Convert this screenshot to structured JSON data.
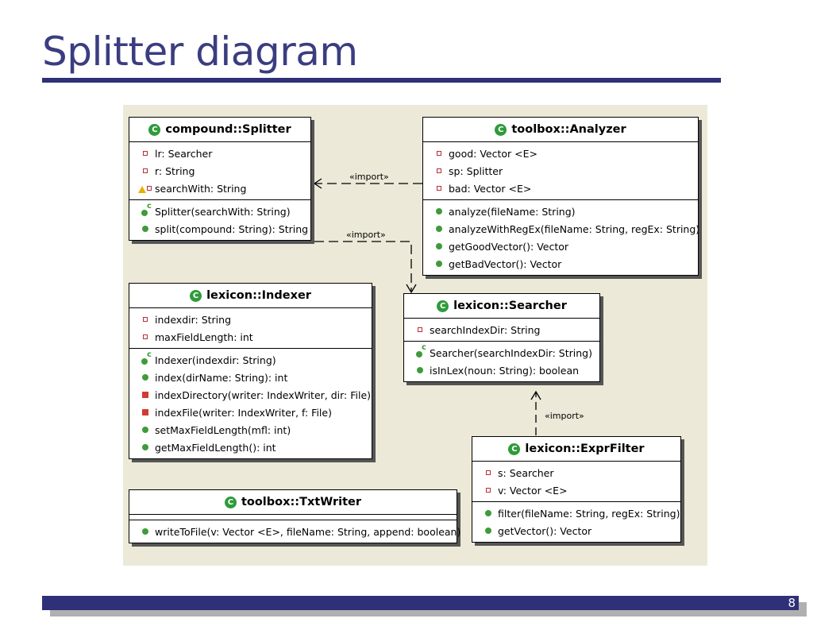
{
  "slide": {
    "title": "Splitter diagram",
    "page_number": "8"
  },
  "classes": {
    "splitter": {
      "name": "compound::Splitter",
      "fields": [
        "lr: Searcher",
        "r: String",
        "searchWith: String"
      ],
      "methods": [
        "Splitter(searchWith: String)",
        "split(compound: String): String"
      ]
    },
    "analyzer": {
      "name": "toolbox::Analyzer",
      "fields": [
        "good: Vector <E>",
        "sp: Splitter",
        "bad: Vector <E>"
      ],
      "methods": [
        "analyze(fileName: String)",
        "analyzeWithRegEx(fileName: String, regEx: String)",
        "getGoodVector(): Vector",
        "getBadVector(): Vector"
      ]
    },
    "indexer": {
      "name": "lexicon::Indexer",
      "fields": [
        "indexdir: String",
        "maxFieldLength: int"
      ],
      "methods": [
        "Indexer(indexdir: String)",
        "index(dirName: String): int",
        "indexDirectory(writer: IndexWriter, dir: File)",
        "indexFile(writer: IndexWriter, f: File)",
        "setMaxFieldLength(mfl: int)",
        "getMaxFieldLength(): int"
      ]
    },
    "searcher": {
      "name": "lexicon::Searcher",
      "fields": [
        "searchIndexDir: String"
      ],
      "methods": [
        "Searcher(searchIndexDir: String)",
        "isInLex(noun: String): boolean"
      ]
    },
    "exprfilter": {
      "name": "lexicon::ExprFilter",
      "fields": [
        "s: Searcher",
        "v: Vector <E>"
      ],
      "methods": [
        "filter(fileName: String, regEx: String)",
        "getVector(): Vector"
      ]
    },
    "txtwriter": {
      "name": "toolbox::TxtWriter",
      "methods": [
        "writeToFile(v: Vector <E>, fileName: String, append: boolean)"
      ]
    }
  },
  "relations": {
    "analyzer_splitter": "«import»",
    "splitter_searcher": "«import»",
    "exprfilter_searcher": "«import»"
  }
}
